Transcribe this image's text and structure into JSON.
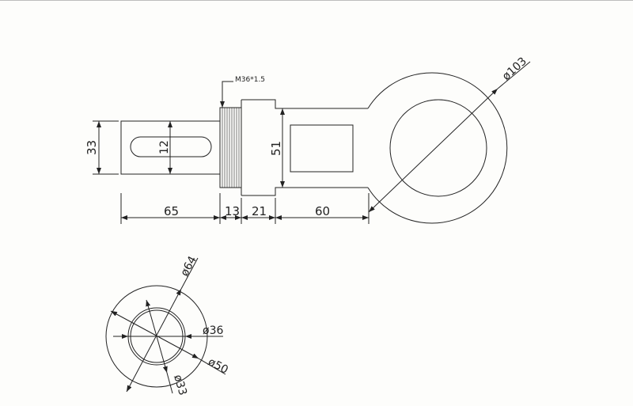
{
  "drawing": {
    "thread_label": "M36*1.5",
    "front_view": {
      "dim_height_left": "33",
      "dim_slot": "12",
      "dim_body": "51",
      "dim_ring": "ø103",
      "dims_bottom": [
        "65",
        "13",
        "21",
        "60"
      ]
    },
    "side_view": {
      "dim_outer": "ø64",
      "dim_mid": "ø50",
      "dim_inner_a": "ø36",
      "dim_inner_b": "ø33"
    }
  },
  "colors": {
    "line": "#222222",
    "background": "#fdfdfb"
  }
}
